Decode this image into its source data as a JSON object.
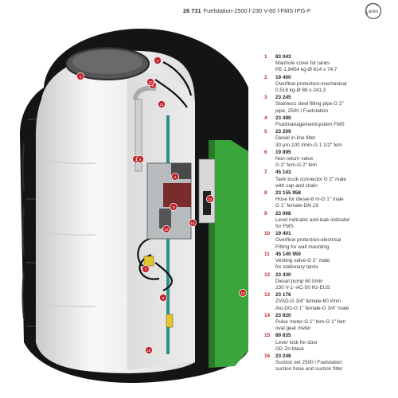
{
  "header": {
    "code": "26 731",
    "title": "Fuelstation-2500 l-230 V-60 l-FMS-IPG-F",
    "brand": "ares"
  },
  "colors": {
    "tank_outer": "#111111",
    "tank_inner": "#f1f2f1",
    "accent_green": "#3aa53a",
    "callout_red": "#c0262c"
  },
  "callouts": [
    "1",
    "2",
    "3",
    "4",
    "5",
    "6",
    "7",
    "8",
    "9",
    "10",
    "11",
    "12",
    "13",
    "14",
    "15",
    "16"
  ],
  "parts": [
    {
      "num": "1",
      "code": "83 043",
      "desc": "Manhole cover for tanks\nPE-1,8454 kg-Ø 614 x 74,7"
    },
    {
      "num": "2",
      "code": "19 400",
      "desc": "Overflow protection-mechanical\n0,518 kg-Ø 86 x 241,3"
    },
    {
      "num": "3",
      "code": "23 245",
      "desc": "Stainless steel filling pipe G 2\"\npipe, 2500 l Fuelstation"
    },
    {
      "num": "4",
      "code": "23 499",
      "desc": "Fluidmanagementsystem FMS"
    },
    {
      "num": "5",
      "code": "23 209",
      "desc": "Diesel in-line filter\n30 µm-100 l/min-G 1 1/2\" fem"
    },
    {
      "num": "6",
      "code": "19 895",
      "desc": "Non-return valve\nG 2\" fem-G 2\" fem"
    },
    {
      "num": "7",
      "code": "45 143",
      "desc": "Tank truck connector G 2\" male\nwith cap and chain"
    },
    {
      "num": "8",
      "code": "23 155 958",
      "desc": "Hose for diesel-6 m-G 1\" male\nG 1\" female-DN 19"
    },
    {
      "num": "9",
      "code": "23 068",
      "desc": "Level indicator and-leak indicator\nfor FMS"
    },
    {
      "num": "10",
      "code": "19 401",
      "desc": "Overflow protection-electrical\nFitting for wall mounting"
    },
    {
      "num": "11",
      "code": "45 140 950",
      "desc": "Venting valve-G 2\" male\nfor stationary tanks"
    },
    {
      "num": "12",
      "code": "23 430",
      "desc": "Diesel pump 60 l/min\n230 V-1~AC-50 Hz-EUS"
    },
    {
      "num": "13",
      "code": "23 176",
      "desc": "ZVAD-G 3/4\" female-60 l/min\nAlu-DG-G 1\" female-G 3/4\" male"
    },
    {
      "num": "14",
      "code": "23 820",
      "desc": "Pulse meter-G 1\" fem-G 1\" fem\noval gear meter"
    },
    {
      "num": "15",
      "code": "89 835",
      "desc": "Lever lock for door\nGD Zn-black"
    },
    {
      "num": "16",
      "code": "23 248",
      "desc": "Suction set 2500 l Fuelstation\nsuction hose and suction filter"
    }
  ]
}
